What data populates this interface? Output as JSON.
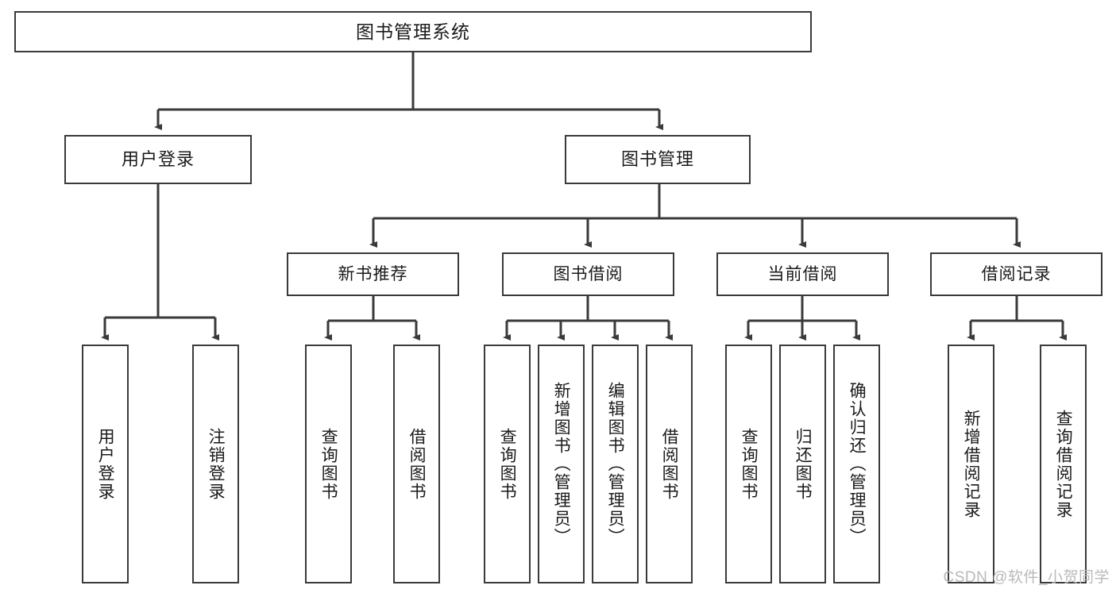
{
  "diagram": {
    "title": "图书管理系统",
    "type": "tree-hierarchy-chart",
    "watermark": "CSDN @软件_小贺同学",
    "colors": {
      "box_border": "#3a3a3a",
      "box_fill": "#ffffff",
      "connector": "#3a3a3a",
      "text": "#1a1a1a",
      "watermark": "#b9b9b9"
    },
    "root": {
      "label": "图书管理系统"
    },
    "level2": [
      {
        "label": "用户登录"
      },
      {
        "label": "图书管理"
      }
    ],
    "level3": [
      {
        "label": "新书推荐"
      },
      {
        "label": "图书借阅"
      },
      {
        "label": "当前借阅"
      },
      {
        "label": "借阅记录"
      }
    ],
    "leaves": {
      "user_login": [
        {
          "label": "用户登录"
        },
        {
          "label": "注销登录"
        }
      ],
      "new_book_recommend": [
        {
          "label": "查询图书"
        },
        {
          "label": "借阅图书"
        }
      ],
      "book_borrow": [
        {
          "label": "查询图书"
        },
        {
          "label": "新增图书（管理员）"
        },
        {
          "label": "编辑图书（管理员）"
        },
        {
          "label": "借阅图书"
        }
      ],
      "current_borrow": [
        {
          "label": "查询图书"
        },
        {
          "label": "归还图书"
        },
        {
          "label": "确认归还（管理员）"
        }
      ],
      "borrow_record": [
        {
          "label": "新增借阅记录"
        },
        {
          "label": "查询借阅记录"
        }
      ]
    }
  }
}
